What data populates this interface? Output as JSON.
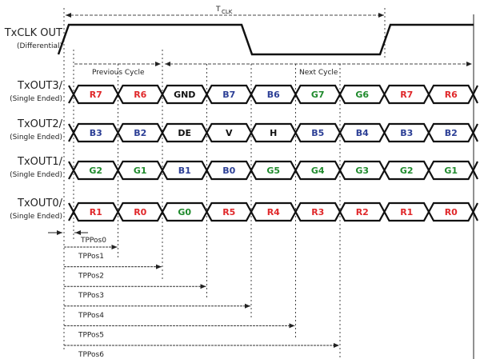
{
  "clock": {
    "label": "TxCLK OUT",
    "sublabel": "(Differential)",
    "period_label": "T",
    "period_sub": "CLK"
  },
  "cycles": {
    "previous": "Previous Cycle",
    "next": "Next Cycle"
  },
  "colors": {
    "R": "#e0282a",
    "G": "#1f8a2c",
    "B": "#2c3f96",
    "K": "#111111"
  },
  "rows": [
    {
      "label": "TxOUT3/",
      "sublabel": "(Single Ended)",
      "cells": [
        [
          "R7",
          "R"
        ],
        [
          "R6",
          "R"
        ],
        [
          "GND",
          "K"
        ],
        [
          "B7",
          "B"
        ],
        [
          "B6",
          "B"
        ],
        [
          "G7",
          "G"
        ],
        [
          "G6",
          "G"
        ],
        [
          "R7",
          "R"
        ],
        [
          "R6",
          "R"
        ]
      ]
    },
    {
      "label": "TxOUT2/",
      "sublabel": "(Single Ended)",
      "cells": [
        [
          "B3",
          "B"
        ],
        [
          "B2",
          "B"
        ],
        [
          "DE",
          "K"
        ],
        [
          "V",
          "K"
        ],
        [
          "H",
          "K"
        ],
        [
          "B5",
          "B"
        ],
        [
          "B4",
          "B"
        ],
        [
          "B3",
          "B"
        ],
        [
          "B2",
          "B"
        ]
      ]
    },
    {
      "label": "TxOUT1/",
      "sublabel": "(Single Ended)",
      "cells": [
        [
          "G2",
          "G"
        ],
        [
          "G1",
          "G"
        ],
        [
          "B1",
          "B"
        ],
        [
          "B0",
          "B"
        ],
        [
          "G5",
          "G"
        ],
        [
          "G4",
          "G"
        ],
        [
          "G3",
          "G"
        ],
        [
          "G2",
          "G"
        ],
        [
          "G1",
          "G"
        ]
      ]
    },
    {
      "label": "TxOUT0/",
      "sublabel": "(Single Ended)",
      "cells": [
        [
          "R1",
          "R"
        ],
        [
          "R0",
          "R"
        ],
        [
          "G0",
          "G"
        ],
        [
          "R5",
          "R"
        ],
        [
          "R4",
          "R"
        ],
        [
          "R3",
          "R"
        ],
        [
          "R2",
          "R"
        ],
        [
          "R1",
          "R"
        ],
        [
          "R0",
          "R"
        ]
      ]
    }
  ],
  "tppos": [
    "TPPos0",
    "TPPos1",
    "TPPos2",
    "TPPos3",
    "TPPos4",
    "TPPos5",
    "TPPos6"
  ]
}
